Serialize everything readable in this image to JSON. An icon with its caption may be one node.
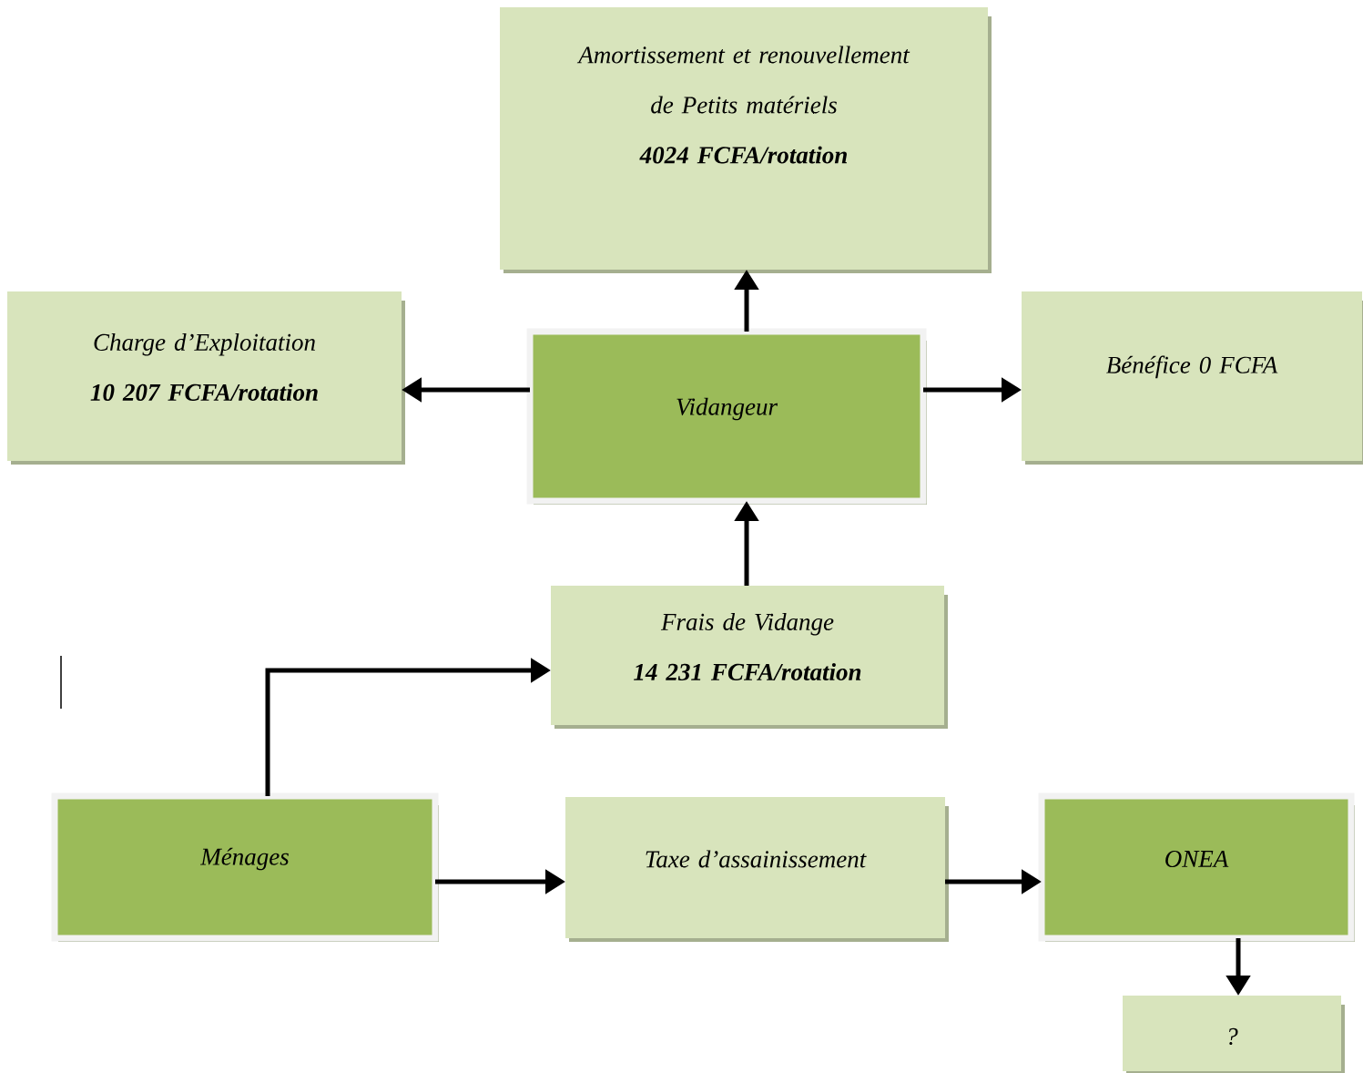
{
  "diagram": {
    "nodes": [
      {
        "text": [
          "Amortissement et renouvellement de Petits matériels",
          "4024 FCFA/rotation"
        ]
      },
      {
        "text": [
          "Charge d’Exploitation",
          "10 207 FCFA/rotation"
        ]
      },
      {
        "text": [
          "Vidangeur"
        ]
      },
      {
        "text": [
          "Bénéfice 0 FCFA"
        ]
      },
      {
        "text": [
          "Frais de Vidange",
          "14 231 FCFA/rotation"
        ]
      },
      {
        "text": [
          "Ménages"
        ]
      },
      {
        "text": [
          "Taxe d’assainissement"
        ]
      },
      {
        "text": [
          "ONEA"
        ]
      },
      {
        "text": [
          "?"
        ]
      }
    ],
    "edges": [
      {
        "from": 2,
        "to": 0,
        "arrow": "to"
      },
      {
        "from": 2,
        "to": 1,
        "arrow": "to"
      },
      {
        "from": 2,
        "to": 3,
        "arrow": "to"
      },
      {
        "from": 4,
        "to": 2,
        "arrow": "to"
      },
      {
        "from": 5,
        "to": 4,
        "arrow": "to"
      },
      {
        "from": 5,
        "to": 6,
        "arrow": "to"
      },
      {
        "from": 6,
        "to": 7,
        "arrow": "to"
      },
      {
        "from": 7,
        "to": 8,
        "arrow": "to"
      }
    ]
  }
}
